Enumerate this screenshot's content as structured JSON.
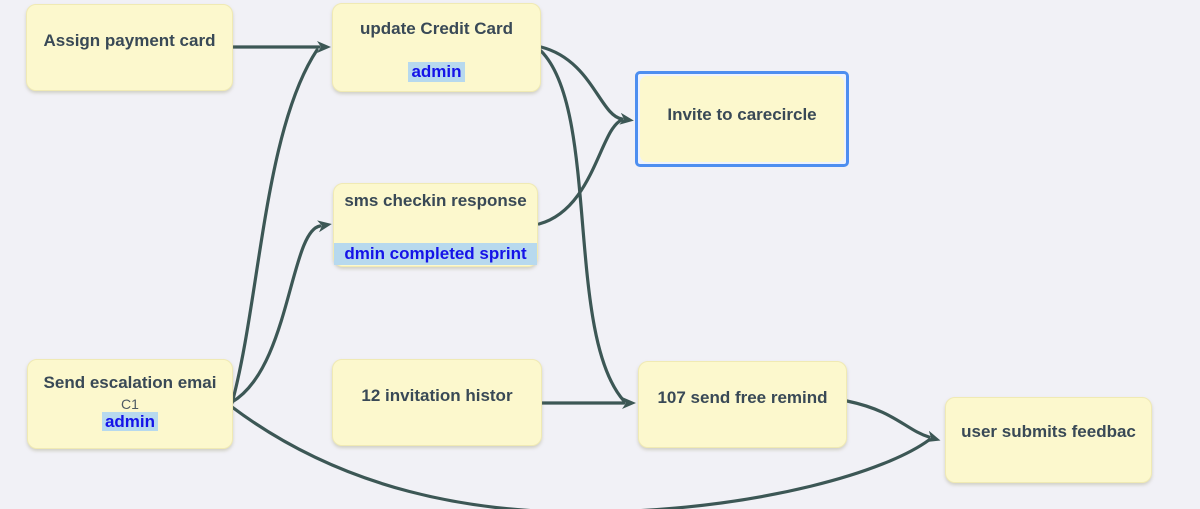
{
  "diagram": {
    "type": "flowchart",
    "background_color": "#f1f1f6",
    "colors": {
      "node_fill": "#fcf8cd",
      "node_border": "#f0eab4",
      "node_text": "#394956",
      "subtitle_text": "#4d5a63",
      "edge_stroke": "#3c5755",
      "link_text": "#1513e8",
      "link_highlight": "#b7d9ee",
      "selection_border": "#4d8ef0"
    },
    "nodes": [
      {
        "id": "assign-payment-card",
        "title": "Assign payment card"
      },
      {
        "id": "update-credit-card",
        "title": "update Credit Card",
        "link_label": "admin"
      },
      {
        "id": "invite-to-carecircle",
        "title": "Invite to carecircle",
        "selected": true
      },
      {
        "id": "sms-checkin-response",
        "title": "sms checkin response",
        "link_label": "dmin completed sprint"
      },
      {
        "id": "send-escalation-email",
        "title": "Send escalation emai",
        "subtitle": "C1",
        "link_label": "admin"
      },
      {
        "id": "invitation-history",
        "title": "12 invitation histor"
      },
      {
        "id": "send-free-reminder",
        "title": "107 send free remind"
      },
      {
        "id": "user-submits-feedback",
        "title": "user submits feedbac"
      }
    ],
    "edges": [
      {
        "from": "Assign payment card",
        "to": "update Credit Card"
      },
      {
        "from": "Send escalation emai",
        "to": "update Credit Card"
      },
      {
        "from": "Send escalation emai",
        "to": "sms checkin response"
      },
      {
        "from": "update Credit Card",
        "to": "Invite to carecircle"
      },
      {
        "from": "sms checkin response",
        "to": "Invite to carecircle"
      },
      {
        "from": "update Credit Card",
        "to": "107 send free remind"
      },
      {
        "from": "12 invitation histor",
        "to": "107 send free remind"
      },
      {
        "from": "107 send free remind",
        "to": "user submits feedbac"
      },
      {
        "from": "Send escalation emai",
        "to": "user submits feedbac"
      }
    ]
  }
}
